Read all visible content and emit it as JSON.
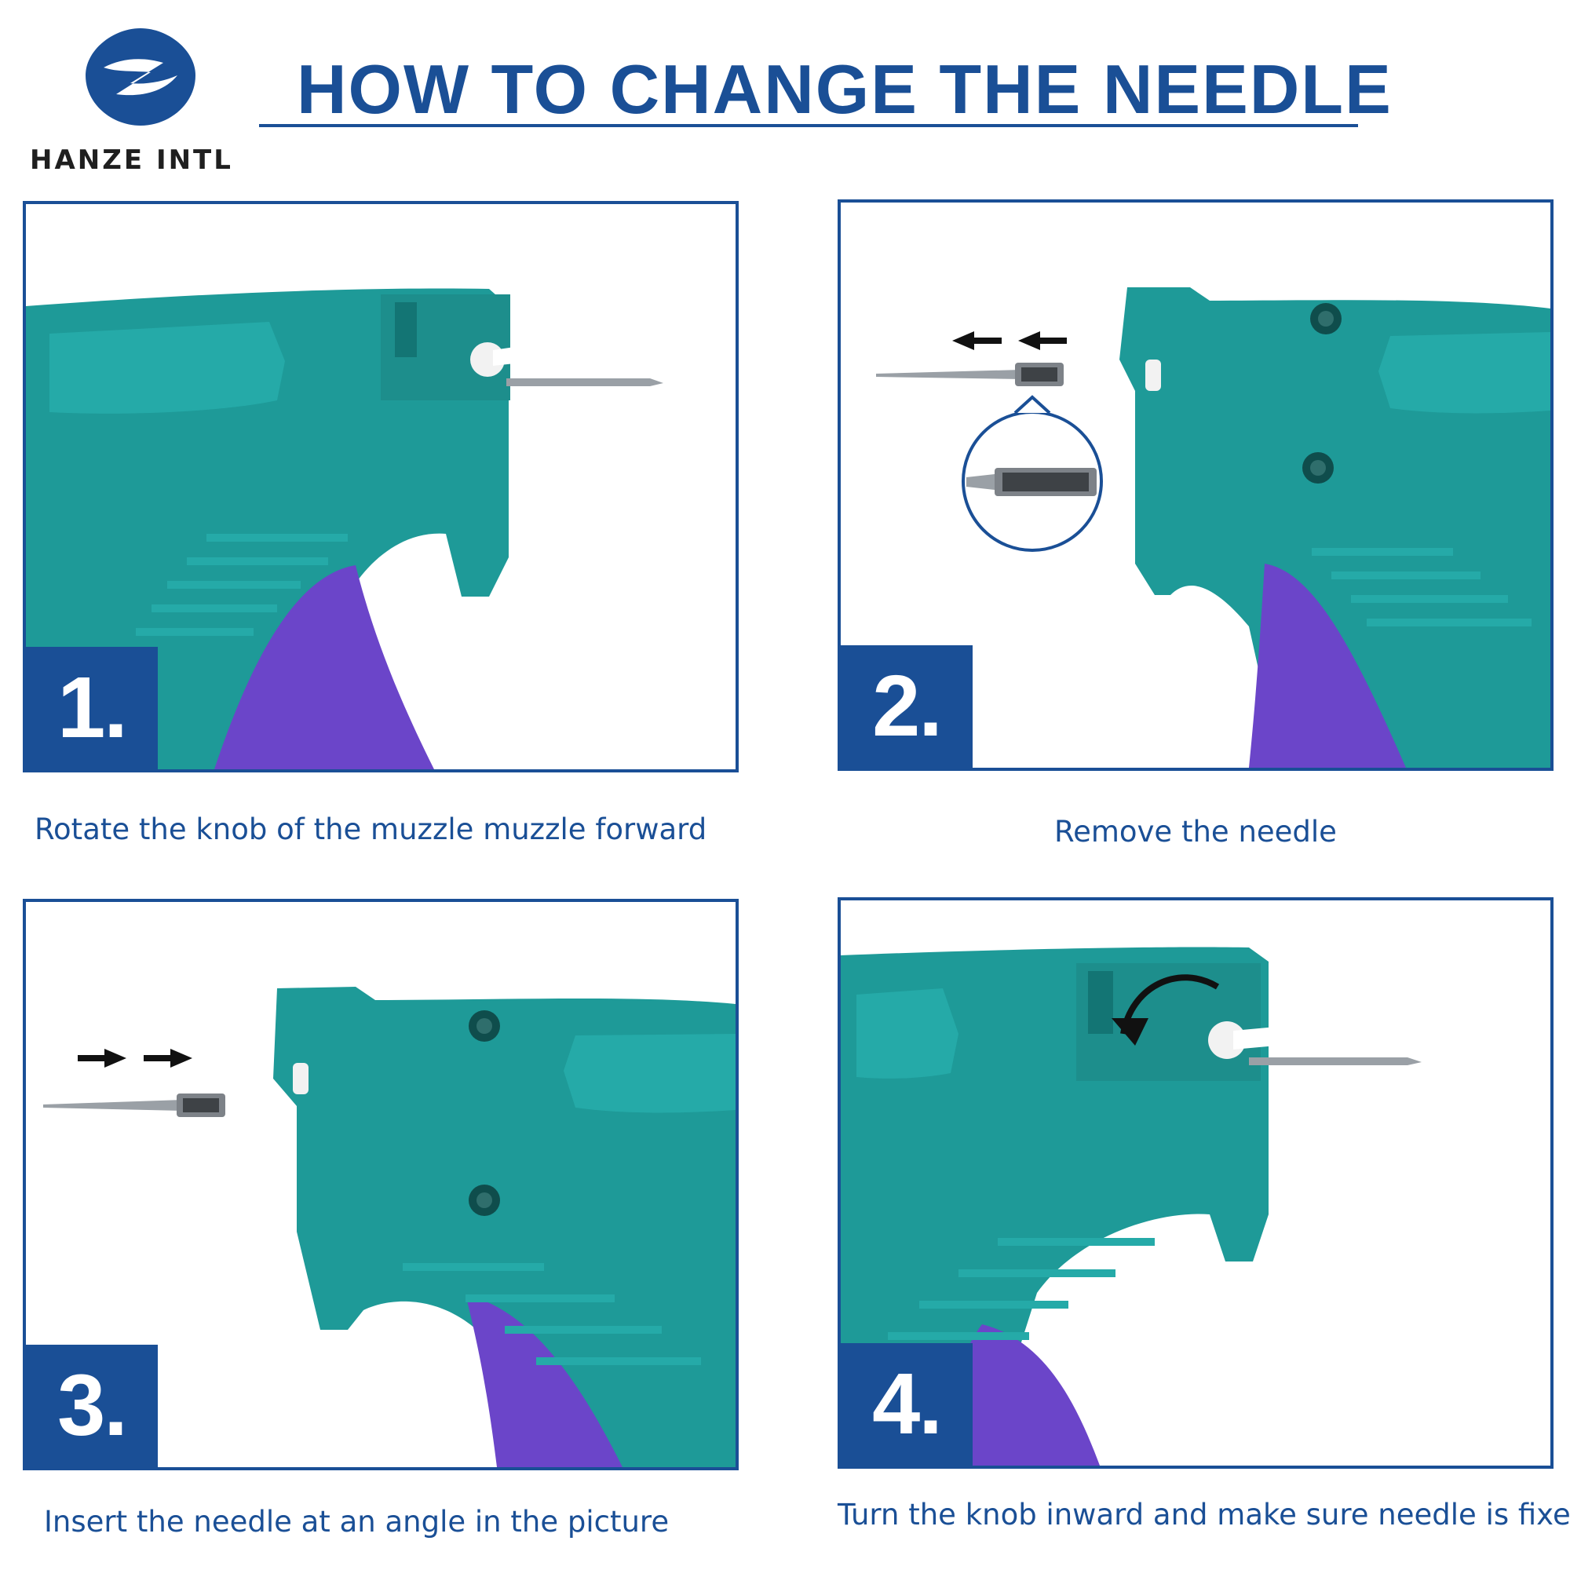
{
  "brand": {
    "name": "HANZE INTL",
    "logo_icon": "hanze-logo-icon",
    "color": "#1a4f96"
  },
  "title": "HOW TO CHANGE THE NEEDLE",
  "steps": [
    {
      "number": "1.",
      "caption": "Rotate the knob of the muzzle muzzle forward"
    },
    {
      "number": "2.",
      "caption": "Remove the needle"
    },
    {
      "number": "3.",
      "caption": "Insert the needle at an angle in the picture"
    },
    {
      "number": "4.",
      "caption": "Turn the knob inward and make sure needle is fixed"
    }
  ],
  "colors": {
    "accent": "#1a4f96",
    "gun_body": "#1e9a98",
    "gun_trigger": "#6b45c9",
    "needle": "#9aa0a6"
  }
}
